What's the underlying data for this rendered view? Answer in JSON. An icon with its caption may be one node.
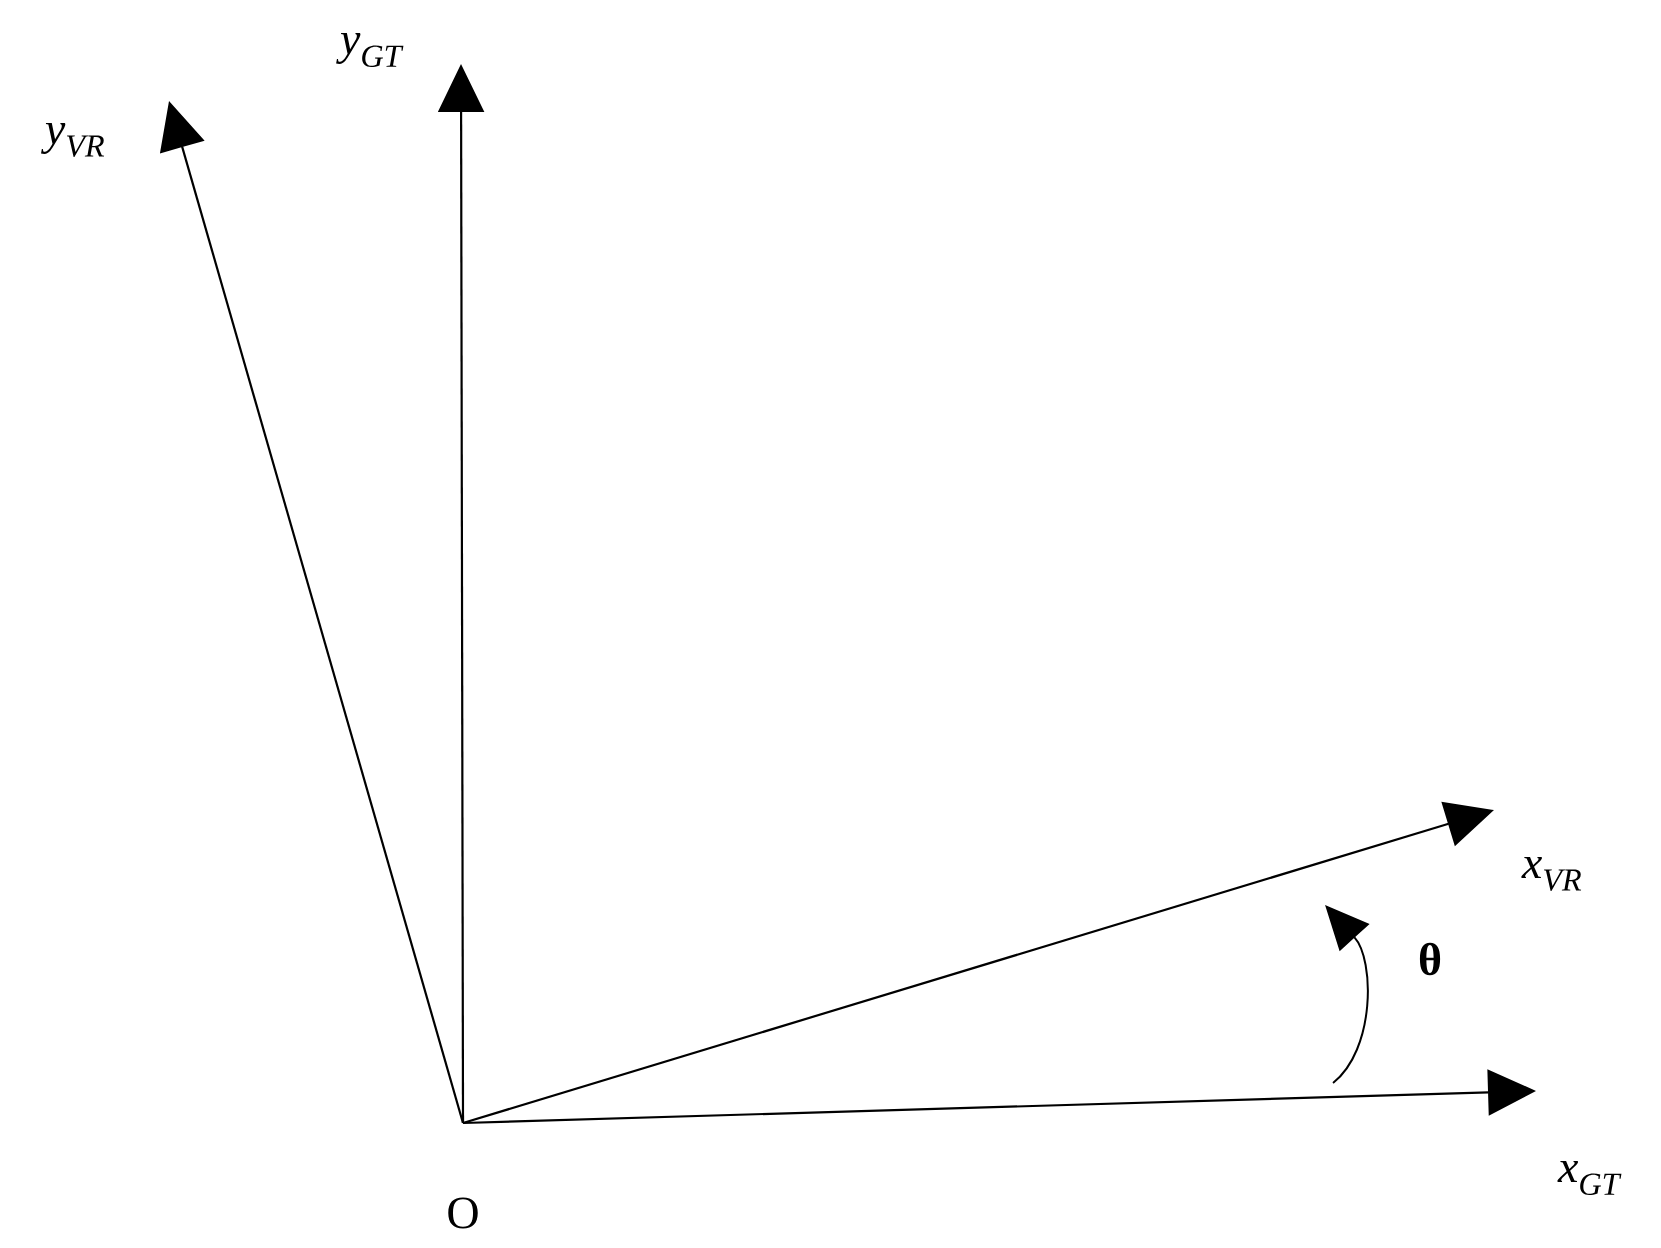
{
  "diagram": {
    "labels": [
      "y$_{GT}$",
      "y$_{VR}$",
      "x$_{VR}$",
      "θ",
      "x$_{GT}$",
      "O"
    ]
  }
}
